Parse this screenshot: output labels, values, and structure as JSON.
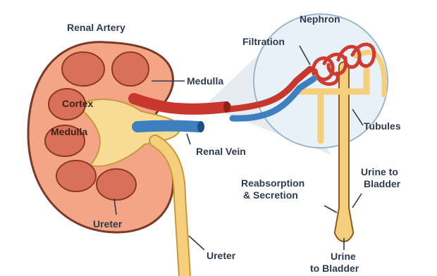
{
  "diagram": {
    "labels": {
      "renal_artery": "Renal Artery",
      "nephron": "Nephron",
      "filtration": "Filtration",
      "medulla_upper": "Medulla",
      "cortex": "Cortex",
      "medulla_inner": "Medulla",
      "tubules": "Tubules",
      "renal_vein": "Renal Vein",
      "reabsorption_line1": "Reabsorption",
      "reabsorption_line2": "& Secretion",
      "urine_right_line1": "Urine to",
      "urine_right_line2": "Bladder",
      "ureter_inner": "Ureter",
      "ureter_outer": "Ureter",
      "urine_bottom_line1": "Urine",
      "urine_bottom_line2": "to Bladder"
    },
    "colors": {
      "cortex": "#f3a586",
      "cortex_outline": "#7a3a26",
      "pyramid": "#d9705a",
      "pelvis": "#f8dc95",
      "ureter": "#f6cf7c",
      "artery": "#c8372e",
      "vein": "#3d7fbf",
      "nephron_circle": "#e8f1f8",
      "glomerulus": "#cf3b2e",
      "label_text": "#2f3b4c"
    }
  }
}
